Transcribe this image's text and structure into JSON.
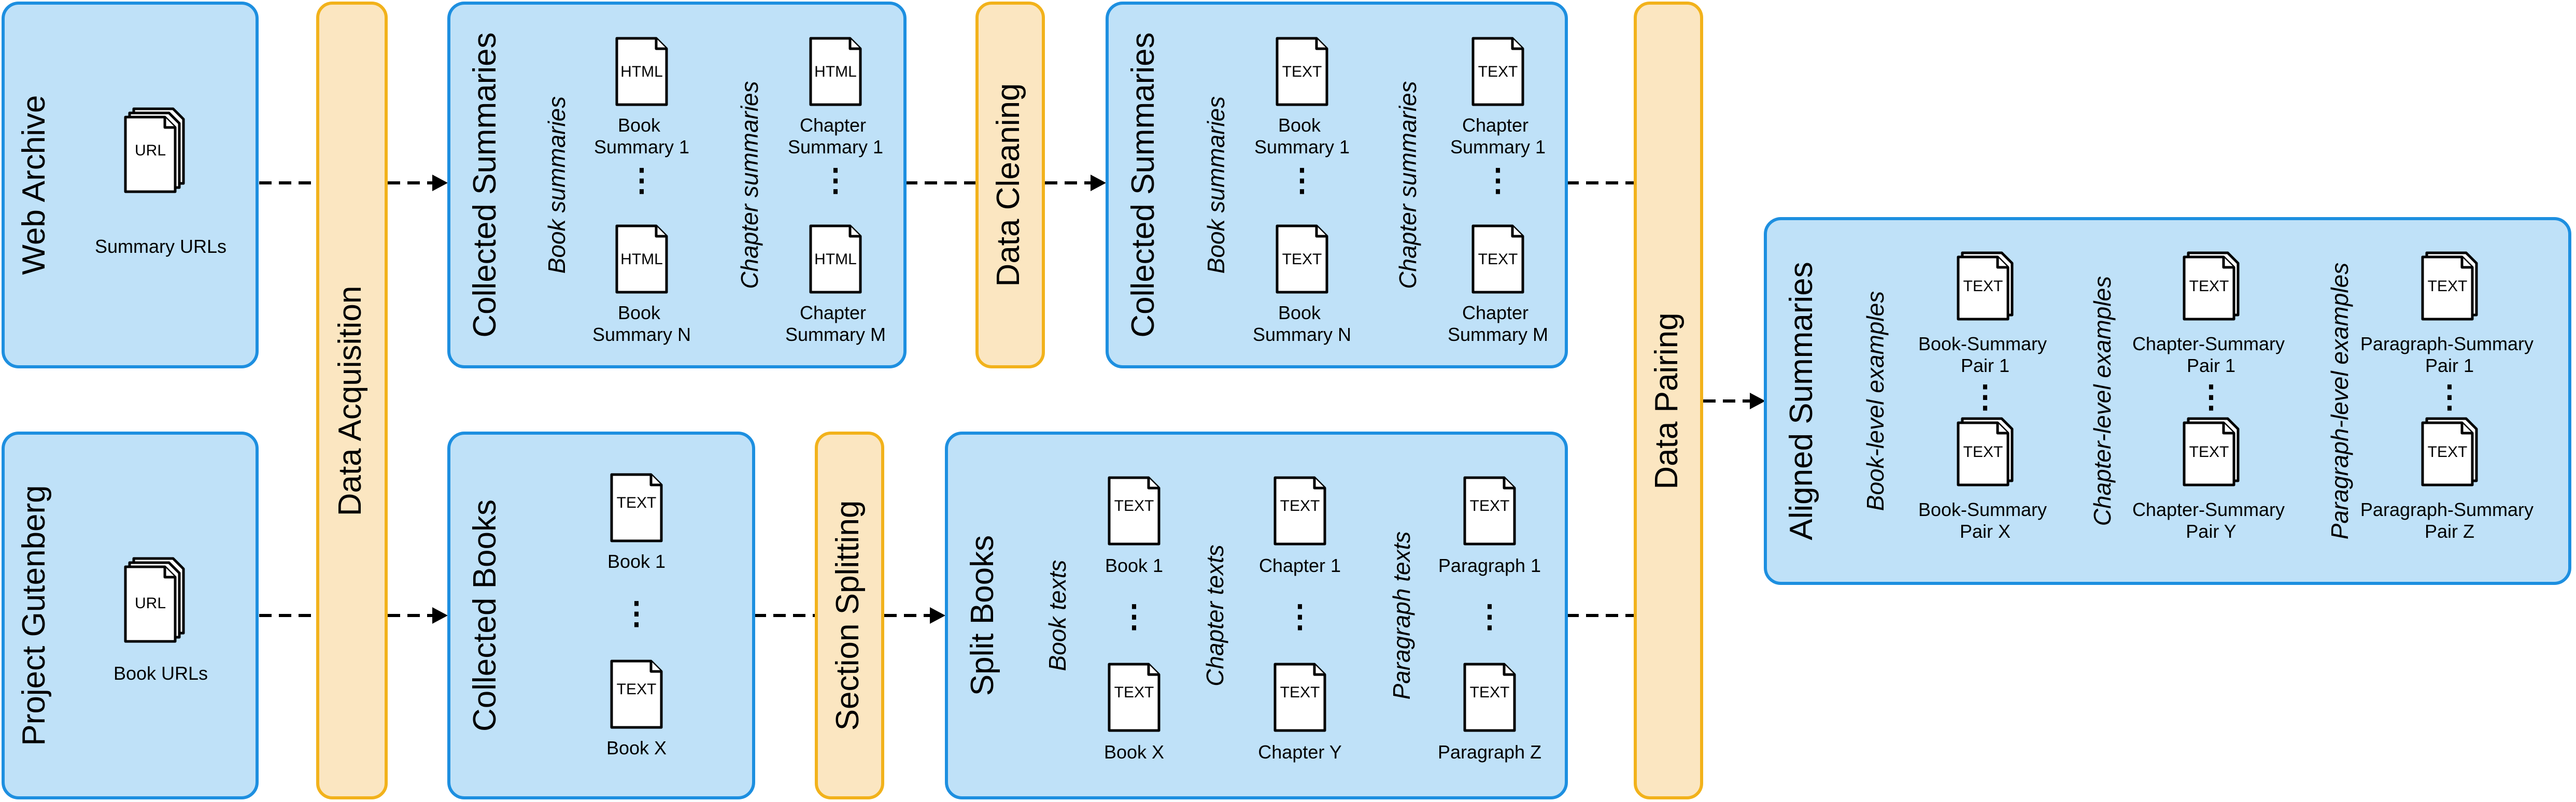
{
  "boxes": {
    "web_archive": {
      "title": "Web Archive",
      "doc_tag": "URL",
      "caption": "Summary URLs"
    },
    "project_gutenberg": {
      "title": "Project Gutenberg",
      "doc_tag": "URL",
      "caption": "Book URLs"
    },
    "collected_summaries_html": {
      "title": "Collected Summaries",
      "book_group": "Book summaries",
      "chapter_group": "Chapter summaries",
      "doc_tag": "HTML",
      "book_first": "Book\nSummary 1",
      "book_last": "Book\nSummary N",
      "chapter_first": "Chapter\nSummary 1",
      "chapter_last": "Chapter\nSummary M"
    },
    "collected_summaries_text": {
      "title": "Collected Summaries",
      "book_group": "Book summaries",
      "chapter_group": "Chapter summaries",
      "doc_tag": "TEXT",
      "book_first": "Book\nSummary 1",
      "book_last": "Book\nSummary N",
      "chapter_first": "Chapter\nSummary 1",
      "chapter_last": "Chapter\nSummary M"
    },
    "collected_books": {
      "title": "Collected Books",
      "doc_tag": "TEXT",
      "first": "Book 1",
      "last": "Book X"
    },
    "split_books": {
      "title": "Split Books",
      "doc_tag": "TEXT",
      "book_group": "Book texts",
      "chapter_group": "Chapter texts",
      "paragraph_group": "Paragraph texts",
      "book_first": "Book 1",
      "book_last": "Book X",
      "chapter_first": "Chapter 1",
      "chapter_last": "Chapter Y",
      "paragraph_first": "Paragraph 1",
      "paragraph_last": "Paragraph Z"
    },
    "aligned_summaries": {
      "title": "Aligned Summaries",
      "doc_tag": "TEXT",
      "book_group": "Book-level examples",
      "chapter_group": "Chapter-level examples",
      "paragraph_group": "Paragraph-level examples",
      "book_first": "Book-Summary\nPair 1",
      "book_last": "Book-Summary\nPair X",
      "chapter_first": "Chapter-Summary\nPair 1",
      "chapter_last": "Chapter-Summary\nPair Y",
      "paragraph_first": "Paragraph-Summary\nPair 1",
      "paragraph_last": "Paragraph-Summary\nPair Z"
    }
  },
  "stages": {
    "data_acquisition": "Data Acquisition",
    "data_cleaning": "Data Cleaning",
    "section_splitting": "Section Splitting",
    "data_pairing": "Data Pairing"
  },
  "ellipsis": "⋮",
  "colors": {
    "box_fill": "#bfe1f8",
    "box_border": "#1d8fe0",
    "stage_fill": "#fbe6c1",
    "stage_border": "#f2b21b"
  }
}
